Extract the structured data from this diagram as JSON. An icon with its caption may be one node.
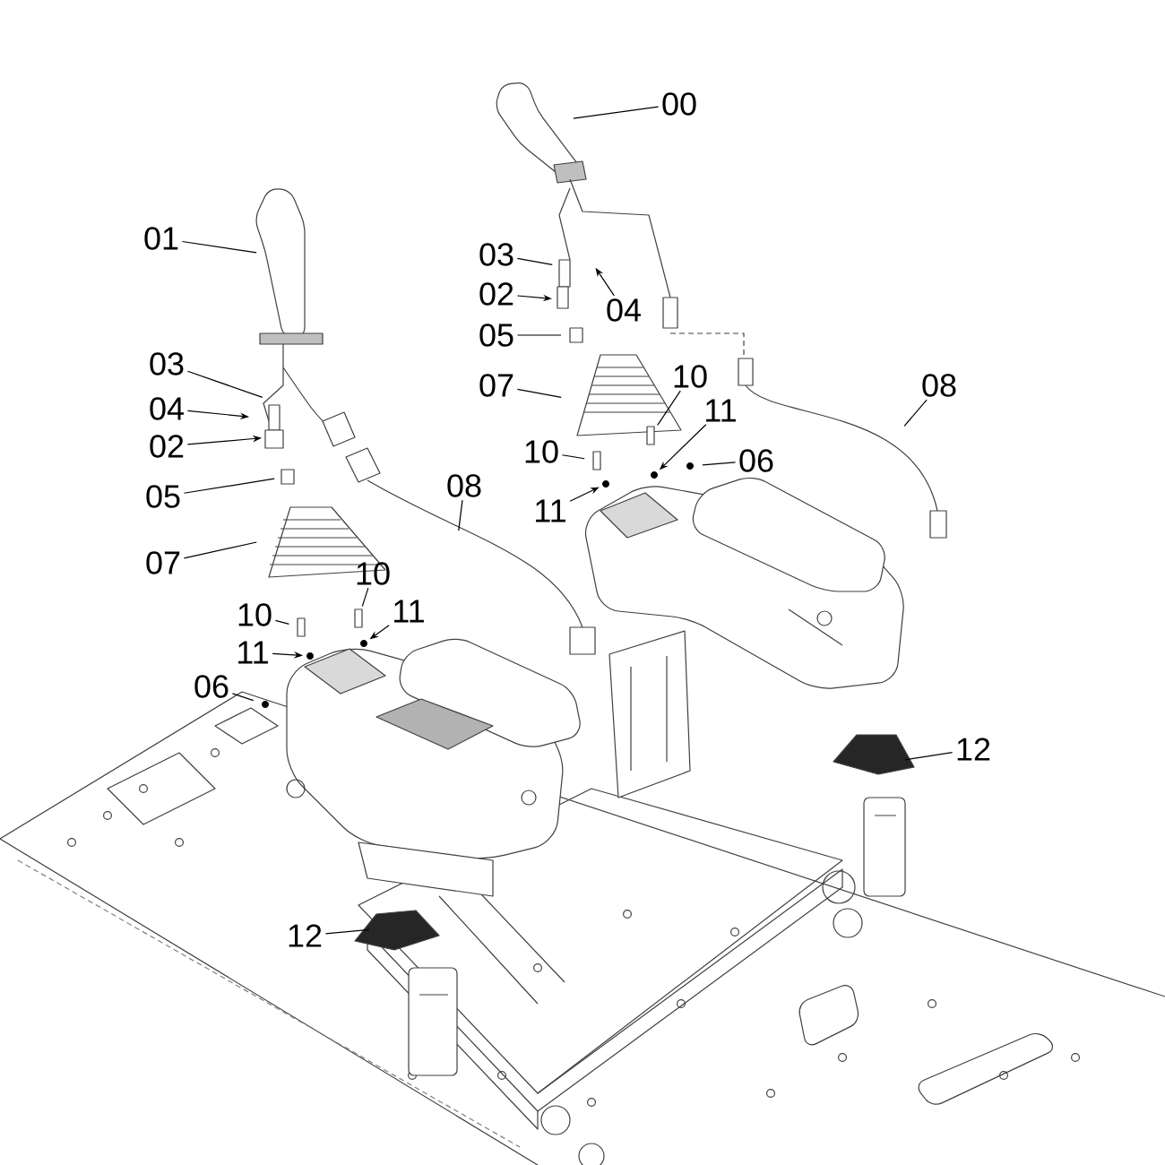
{
  "diagram": {
    "nodes": [
      {
        "text": [
          "00"
        ]
      },
      {
        "text": [
          "01"
        ]
      },
      {
        "text": [
          "03"
        ]
      },
      {
        "text": [
          "02"
        ]
      },
      {
        "text": [
          "04"
        ]
      },
      {
        "text": [
          "05"
        ]
      },
      {
        "text": [
          "03"
        ]
      },
      {
        "text": [
          "10"
        ]
      },
      {
        "text": [
          "07"
        ]
      },
      {
        "text": [
          "08"
        ]
      },
      {
        "text": [
          "04"
        ]
      },
      {
        "text": [
          "11"
        ]
      },
      {
        "text": [
          "02"
        ]
      },
      {
        "text": [
          "10"
        ]
      },
      {
        "text": [
          "06"
        ]
      },
      {
        "text": [
          "08"
        ]
      },
      {
        "text": [
          "05"
        ]
      },
      {
        "text": [
          "11"
        ]
      },
      {
        "text": [
          "07"
        ]
      },
      {
        "text": [
          "10"
        ]
      },
      {
        "text": [
          "11"
        ]
      },
      {
        "text": [
          "10"
        ]
      },
      {
        "text": [
          "11"
        ]
      },
      {
        "text": [
          "06"
        ]
      },
      {
        "text": [
          "12"
        ]
      },
      {
        "text": [
          "12"
        ]
      }
    ],
    "edges": [
      {
        "from": 0,
        "to": null,
        "arrow": "none"
      },
      {
        "from": 1,
        "to": null,
        "arrow": "none"
      },
      {
        "from": 2,
        "to": null,
        "arrow": "none"
      },
      {
        "from": 3,
        "to": null,
        "arrow": "to"
      },
      {
        "from": 4,
        "to": null,
        "arrow": "to"
      },
      {
        "from": 5,
        "to": null,
        "arrow": "none"
      },
      {
        "from": 6,
        "to": null,
        "arrow": "none"
      },
      {
        "from": 7,
        "to": null,
        "arrow": "none"
      },
      {
        "from": 8,
        "to": null,
        "arrow": "none"
      },
      {
        "from": 9,
        "to": null,
        "arrow": "none"
      },
      {
        "from": 10,
        "to": null,
        "arrow": "to"
      },
      {
        "from": 11,
        "to": null,
        "arrow": "to"
      },
      {
        "from": 12,
        "to": null,
        "arrow": "to"
      },
      {
        "from": 13,
        "to": null,
        "arrow": "none"
      },
      {
        "from": 14,
        "to": null,
        "arrow": "none"
      },
      {
        "from": 15,
        "to": null,
        "arrow": "none"
      },
      {
        "from": 16,
        "to": null,
        "arrow": "none"
      },
      {
        "from": 17,
        "to": null,
        "arrow": "to"
      },
      {
        "from": 18,
        "to": null,
        "arrow": "none"
      },
      {
        "from": 19,
        "to": null,
        "arrow": "none"
      },
      {
        "from": 20,
        "to": null,
        "arrow": "to"
      },
      {
        "from": 21,
        "to": null,
        "arrow": "none"
      },
      {
        "from": 22,
        "to": null,
        "arrow": "to"
      },
      {
        "from": 23,
        "to": null,
        "arrow": "none"
      },
      {
        "from": 24,
        "to": null,
        "arrow": "none"
      },
      {
        "from": 25,
        "to": null,
        "arrow": "none"
      }
    ]
  }
}
